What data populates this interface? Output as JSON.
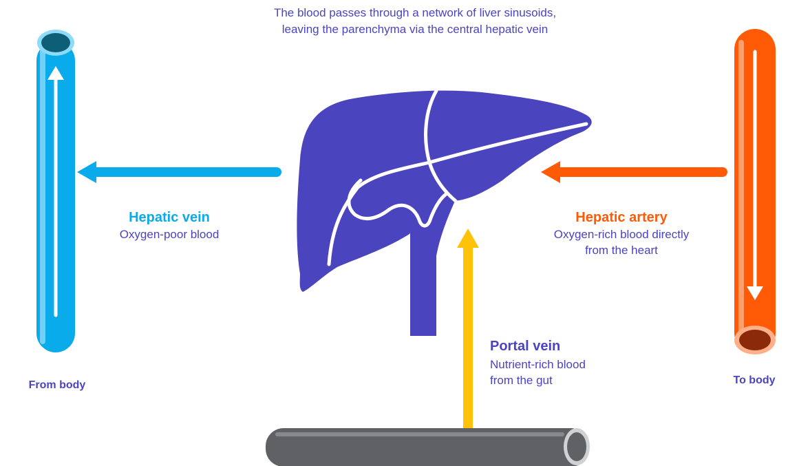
{
  "caption": {
    "line1": "The blood passes through a network of liver sinusoids,",
    "line2": "leaving the parenchyma via the central hepatic vein"
  },
  "hepatic_vein": {
    "title": "Hepatic vein",
    "subtitle": "Oxygen-poor blood"
  },
  "hepatic_artery": {
    "title": "Hepatic artery",
    "line1": "Oxygen-rich blood directly",
    "line2": "from the heart"
  },
  "portal_vein": {
    "title": "Portal vein",
    "line1": "Nutrient-rich blood",
    "line2": "from the gut"
  },
  "from_body": "From body",
  "to_body": "To body",
  "colors": {
    "purple": "#4b44bf",
    "blue": "#0aabea",
    "orange": "#ff5a05",
    "yellow": "#ffc20a",
    "gray": "#5f6165"
  },
  "icons": {
    "organ": "liver-icon",
    "vein_tube": "blue-vessel-icon",
    "artery_tube": "orange-vessel-icon",
    "gut_tube": "gray-vessel-icon"
  }
}
